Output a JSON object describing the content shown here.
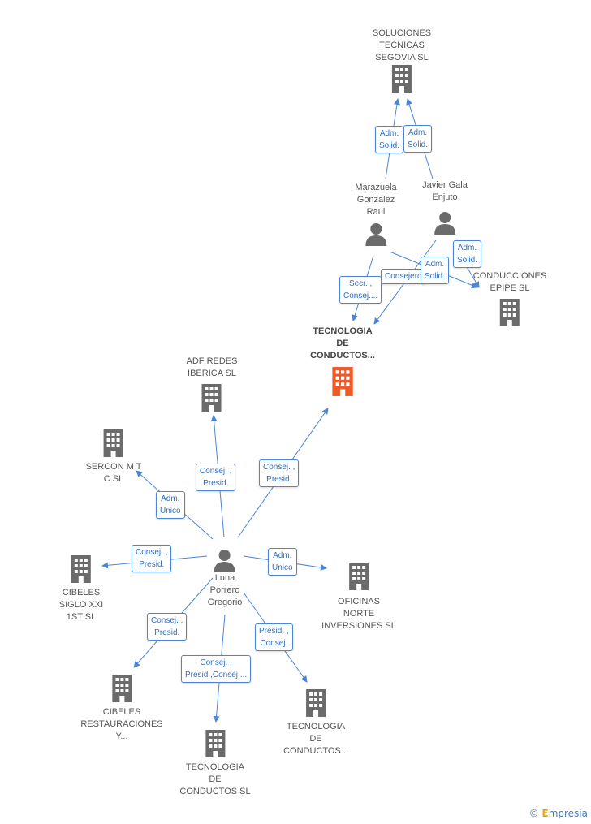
{
  "nodes": {
    "soluciones": {
      "label": "SOLUCIONES\nTECNICAS\nSEGOVIA SL"
    },
    "marazuela": {
      "label": "Marazuela\nGonzalez\nRaul"
    },
    "javier": {
      "label": "Javier Gala\nEnjuto"
    },
    "conducciones": {
      "label": "CONDUCCIONES\nEPIPE SL"
    },
    "tecnologia_main": {
      "label": "TECNOLOGIA\nDE\nCONDUCTOS..."
    },
    "adf": {
      "label": "ADF REDES\nIBERICA SL"
    },
    "sercon": {
      "label": "SERCON M T\nC SL"
    },
    "cibeles_siglo": {
      "label": "CIBELES\nSIGLO XXI\n1ST SL"
    },
    "luna": {
      "label": "Luna\nPorrero\nGregorio"
    },
    "oficinas": {
      "label": "OFICINAS\nNORTE\nINVERSIONES SL"
    },
    "cibeles_rest": {
      "label": "CIBELES\nRESTAURACIONES\nY..."
    },
    "tecnologia_sl": {
      "label": "TECNOLOGIA\nDE\nCONDUCTOS SL"
    },
    "tecnologia_3": {
      "label": "TECNOLOGIA\nDE\nCONDUCTOS..."
    }
  },
  "badges": {
    "b1": "Adm.\nSolid.",
    "b2": "Adm.\nSolid.",
    "b3": "Adm.\nSolid.",
    "b4": "Adm.\nSolid.",
    "b5": "Consejero",
    "b6": "Secr. ,\nConsej....",
    "b7": "Consej. ,\nPresid.",
    "b8": "Consej. ,\nPresid.",
    "b9": "Adm.\nUnico",
    "b10": "Consej. ,\nPresid.",
    "b11": "Adm.\nUnico",
    "b12": "Consej. ,\nPresid.",
    "b13": "Consej. ,\nPresid.,Consej....",
    "b14": "Presid. ,\nConsej."
  },
  "footer": {
    "copyright": "©",
    "brand_e": "E",
    "brand_rest": "mpresia"
  },
  "colors": {
    "edge": "#4a86d8",
    "building": "#6b6b6b",
    "building_main": "#f05a28",
    "person": "#6b6b6b"
  }
}
